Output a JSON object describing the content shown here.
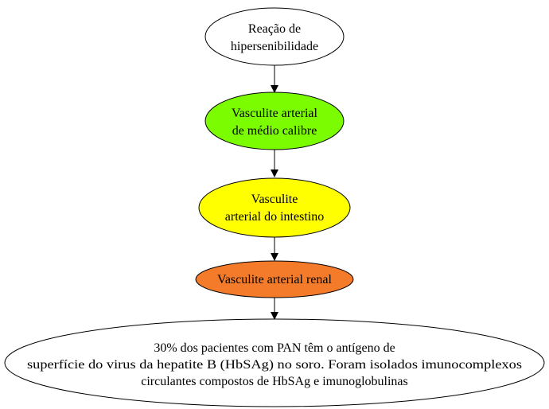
{
  "nodes": [
    {
      "id": "n1",
      "lines": [
        "Reação de",
        "hipersenibilidade"
      ],
      "fill": "#ffffff"
    },
    {
      "id": "n2",
      "lines": [
        "Vasculite arterial",
        "de médio calibre"
      ],
      "fill": "#7cfc00"
    },
    {
      "id": "n3",
      "lines": [
        "Vasculite",
        "arterial do intestino"
      ],
      "fill": "#ffff00"
    },
    {
      "id": "n4",
      "lines": [
        "Vasculite arterial renal"
      ],
      "fill": "#f47b2a"
    },
    {
      "id": "n5",
      "lines": [
        "30% dos pacientes com PAN têm o antígeno de",
        "superfície do virus da hepatite B (HbSAg) no soro. Foram isolados imunocomplexos",
        "circulantes compostos de HbSAg e imunoglobulinas"
      ],
      "fill": "#ffffff"
    }
  ],
  "edges": [
    {
      "from": "n1",
      "to": "n2"
    },
    {
      "from": "n2",
      "to": "n3"
    },
    {
      "from": "n3",
      "to": "n4"
    },
    {
      "from": "n4",
      "to": "n5"
    }
  ],
  "colors": {
    "stroke": "#000000",
    "text": "#000000"
  }
}
